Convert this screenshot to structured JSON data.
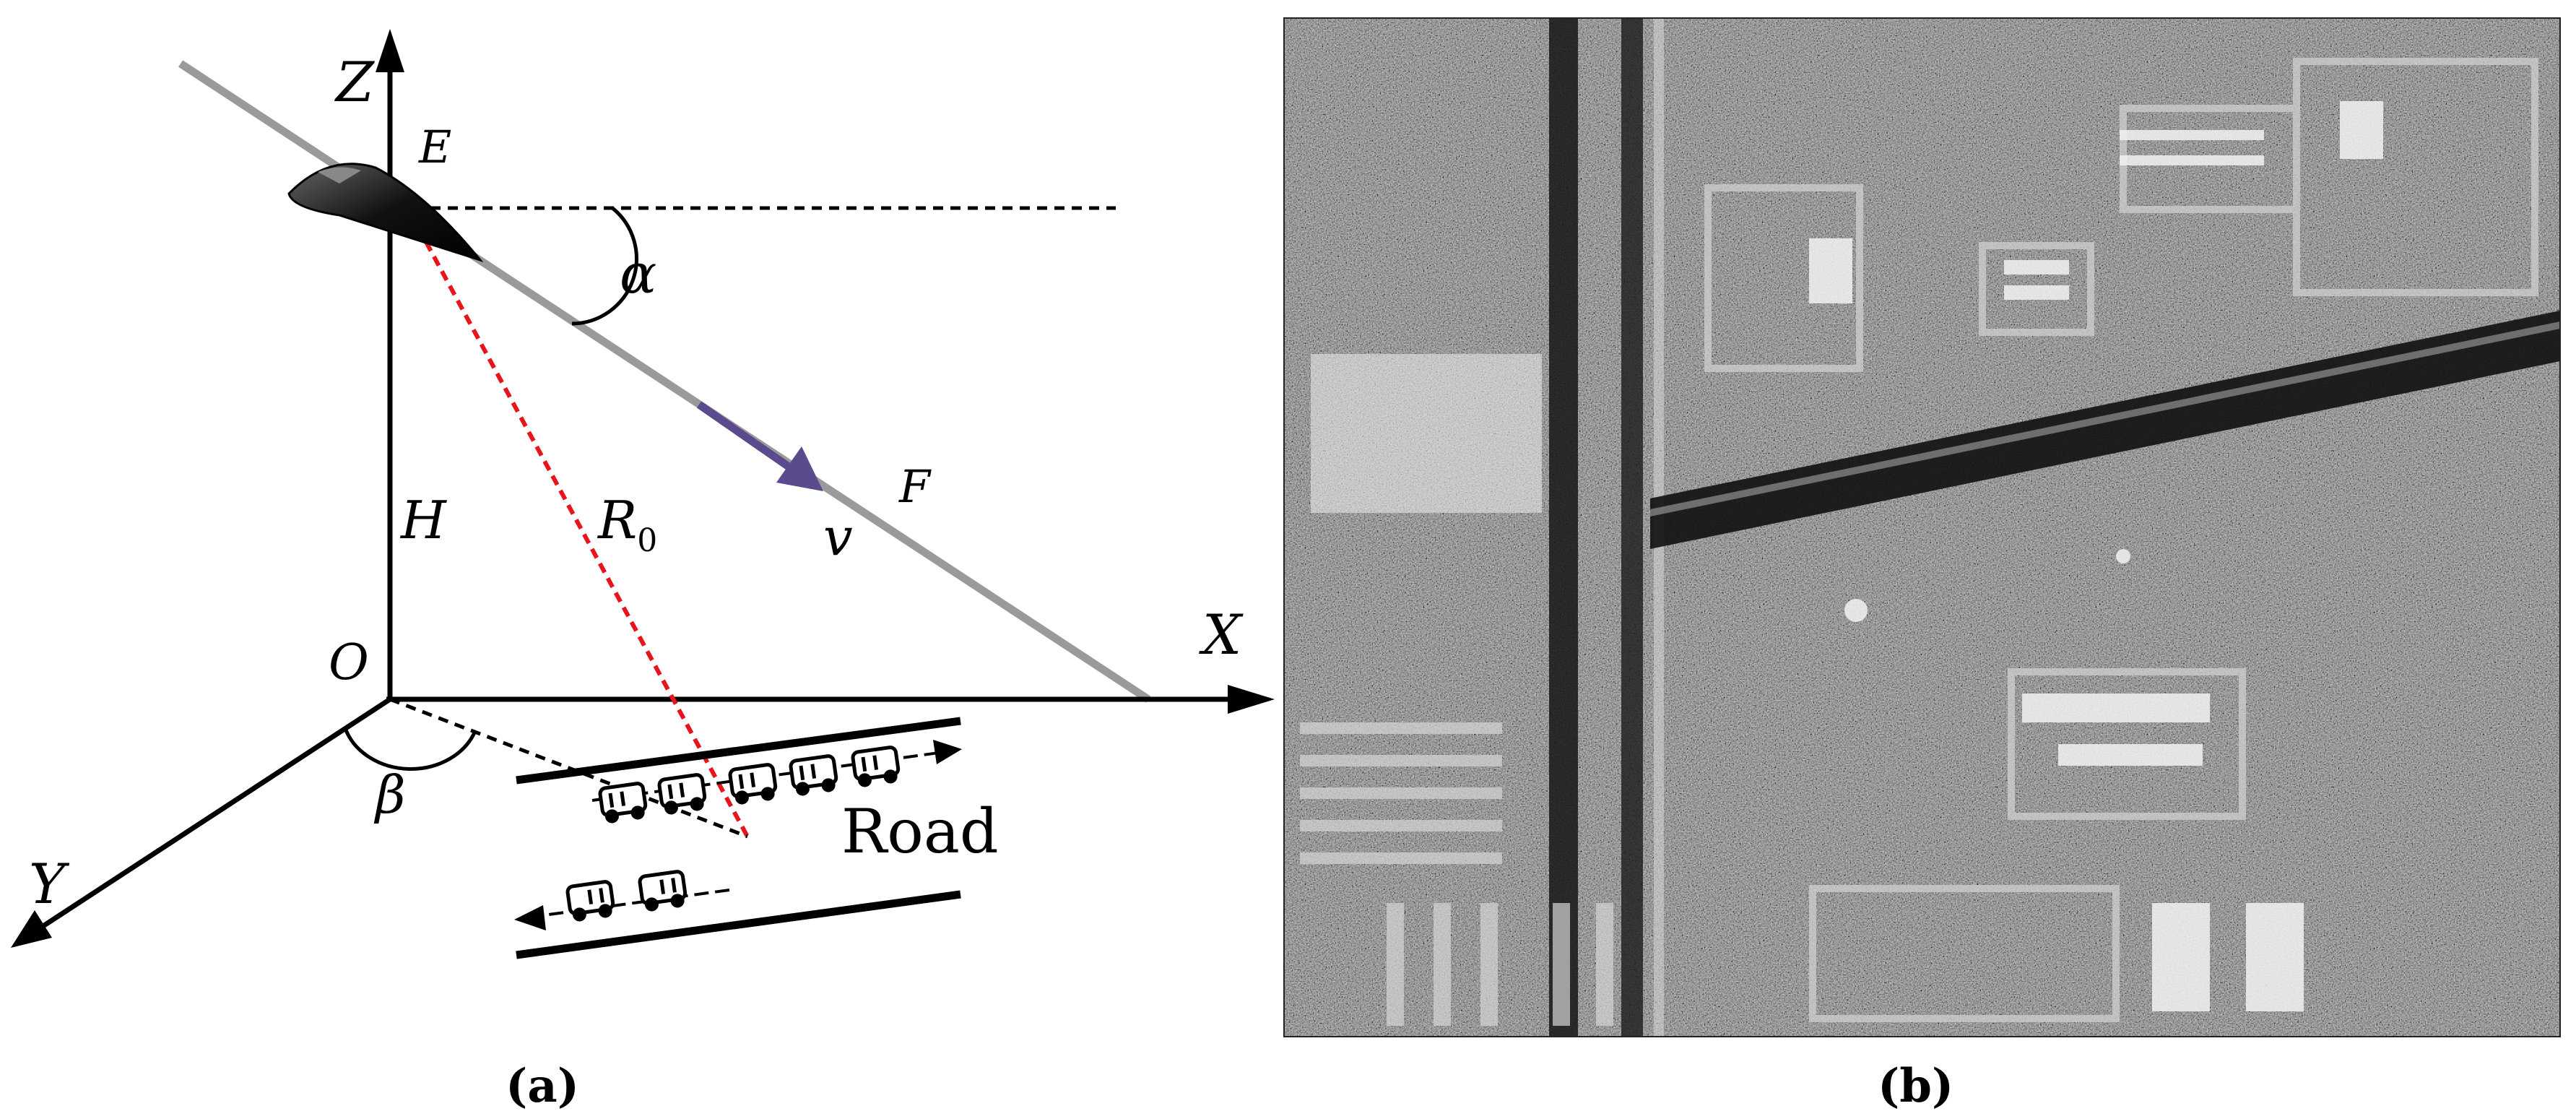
{
  "panel_a": {
    "axes": {
      "z": "Z",
      "x": "X",
      "y": "Y",
      "origin": "O"
    },
    "points": {
      "start": "E",
      "end": "F"
    },
    "labels": {
      "height": "H",
      "range": "R",
      "range_sub": "0",
      "velocity": "v",
      "alpha": "α",
      "beta": "β",
      "road": "Road"
    },
    "caption": "(a)"
  },
  "panel_b": {
    "caption": "(b)"
  },
  "colors": {
    "flight_path": "#9a9a9a",
    "range_line": "#e8141c",
    "velocity_arrow": "#5b4a8c",
    "ink": "#000000"
  }
}
